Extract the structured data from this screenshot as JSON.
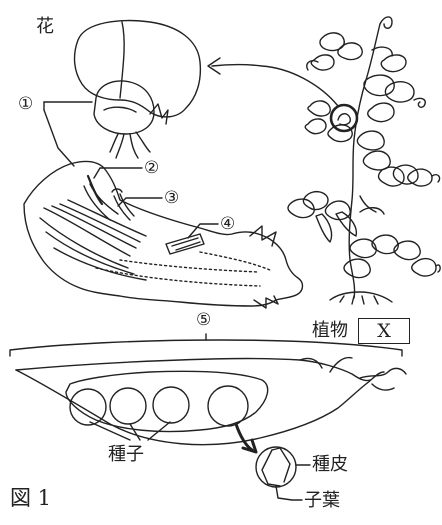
{
  "labels": {
    "flower": "花",
    "l1": "①",
    "l2": "②",
    "l3": "③",
    "l4": "④",
    "l5": "⑤",
    "plant": "植物",
    "plant_box": "X",
    "seeds": "種子",
    "seed_coat": "種皮",
    "cotyledon": "子葉",
    "figure_caption": "図 1"
  }
}
